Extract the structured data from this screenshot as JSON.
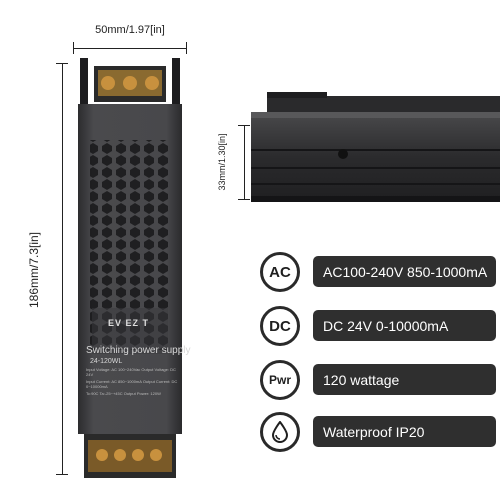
{
  "dimensions": {
    "width": "50mm/1.97[in]",
    "length": "186mm/7.3[in]",
    "height": "33mm/1.30[in]"
  },
  "product_label": {
    "title": "Switching power supply",
    "model": "24-120WL",
    "spec_lines": [
      "Input Voltage: AC 100~240Vac   Output Voltage: DC 24V",
      "Input Current: AC 850~1000mA   Output Current: DC 0~10000mA",
      "Tc:90C  Ta:-25~+45C   Output Power: 120W"
    ],
    "front_letters": "EV EZ T"
  },
  "specs": [
    {
      "icon": "ac-icon",
      "icon_text": "AC",
      "text": "AC100-240V 850-1000mA"
    },
    {
      "icon": "dc-icon",
      "icon_text": "DC",
      "text": "DC 24V 0-10000mA"
    },
    {
      "icon": "power-icon",
      "icon_text": "Pwr",
      "text": "120 wattage"
    },
    {
      "icon": "waterdrop-icon",
      "icon_text": "",
      "text": "Waterproof  IP20"
    }
  ],
  "colors": {
    "body": "#3b3b3d",
    "bar": "#2f2f2f",
    "terminal": "#b27a3a"
  }
}
